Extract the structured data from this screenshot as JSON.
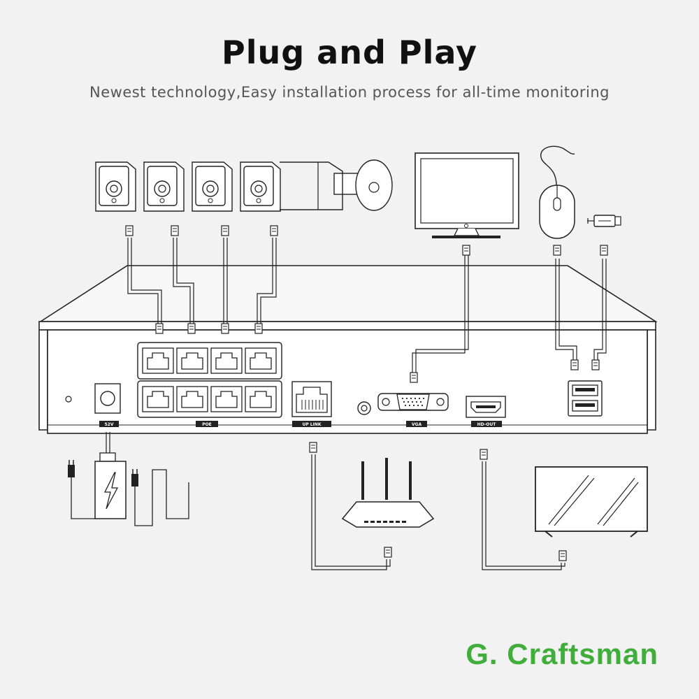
{
  "header": {
    "title": "Plug and Play",
    "subtitle": "Newest technology,Easy installation process for all-time monitoring"
  },
  "ports": {
    "power": "52V",
    "poe": "POE",
    "uplink": "UP LINK",
    "vga": "VGA",
    "hdout": "HD-OUT"
  },
  "brand": {
    "name": "G. Craftsman",
    "color": "#3fae3a"
  },
  "colors": {
    "line": "#222222",
    "background": "#f2f2f2",
    "cable": "#888888"
  }
}
